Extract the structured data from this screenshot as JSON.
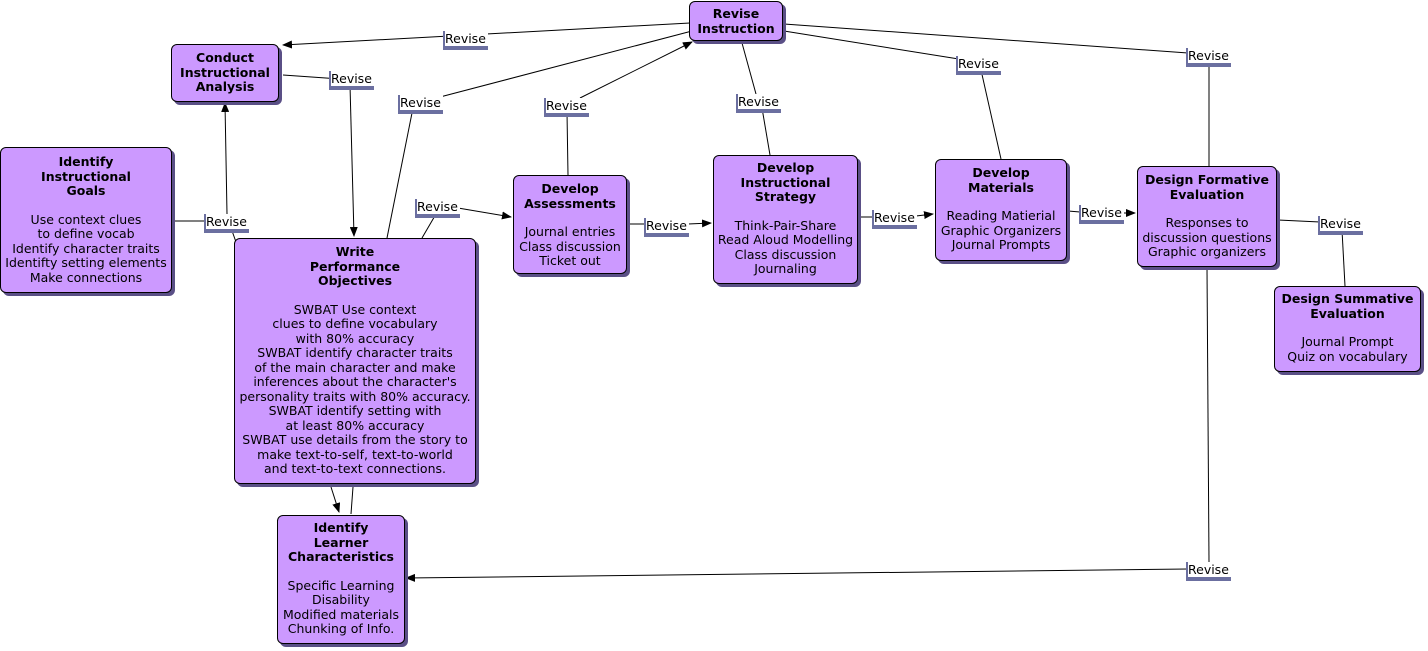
{
  "nodes": {
    "revise_instruction": {
      "title": [
        "Revise",
        "Instruction"
      ],
      "body": []
    },
    "conduct": {
      "title": [
        "Conduct",
        "Instructional",
        "Analysis"
      ],
      "body": []
    },
    "identify_goals": {
      "title": [
        "Identify",
        "Instructional",
        "Goals"
      ],
      "body": [
        "Use context clues",
        "to define vocab",
        "Identify character traits",
        "Identifty setting elements",
        "Make connections"
      ]
    },
    "write_objectives": {
      "title": [
        "Write",
        "Performance",
        "Objectives"
      ],
      "body": [
        "SWBAT Use context",
        "clues to define vocabulary",
        "with 80% accuracy",
        "SWBAT identify character traits",
        "of the main character and make",
        "inferences about the character's",
        "personality traits with 80% accuracy.",
        "SWBAT identify setting with",
        "at least 80% accuracy",
        "SWBAT use details from the story to",
        "make text-to-self, text-to-world",
        "and text-to-text connections."
      ]
    },
    "learner": {
      "title": [
        "Identify",
        "Learner",
        "Characteristics"
      ],
      "body": [
        "Specific Learning",
        "Disability",
        "Modified materials",
        "Chunking of Info."
      ]
    },
    "assessments": {
      "title": [
        "Develop",
        "Assessments"
      ],
      "body": [
        "Journal entries",
        "Class discussion",
        "Ticket out"
      ]
    },
    "strategy": {
      "title": [
        "Develop",
        "Instructional",
        "Strategy"
      ],
      "body": [
        "Think-Pair-Share",
        "Read Aloud Modelling",
        "Class discussion",
        "Journaling"
      ]
    },
    "materials": {
      "title": [
        "Develop",
        "Materials"
      ],
      "body": [
        "Reading Matierial",
        "Graphic Organizers",
        "Journal Prompts"
      ]
    },
    "formative": {
      "title": [
        "Design Formative",
        "Evaluation"
      ],
      "body": [
        "Responses to",
        "discussion questions",
        "Graphic organizers"
      ]
    },
    "summative": {
      "title": [
        "Design Summative",
        "Evaluation"
      ],
      "body": [
        "Journal Prompt",
        "Quiz on vocabulary"
      ]
    }
  },
  "link_label": "Revise",
  "colors": {
    "node_fill": "#cc99ff",
    "node_shadow": "#5a4f86",
    "label_shadow": "#6b6fa0",
    "line": "#000000"
  }
}
